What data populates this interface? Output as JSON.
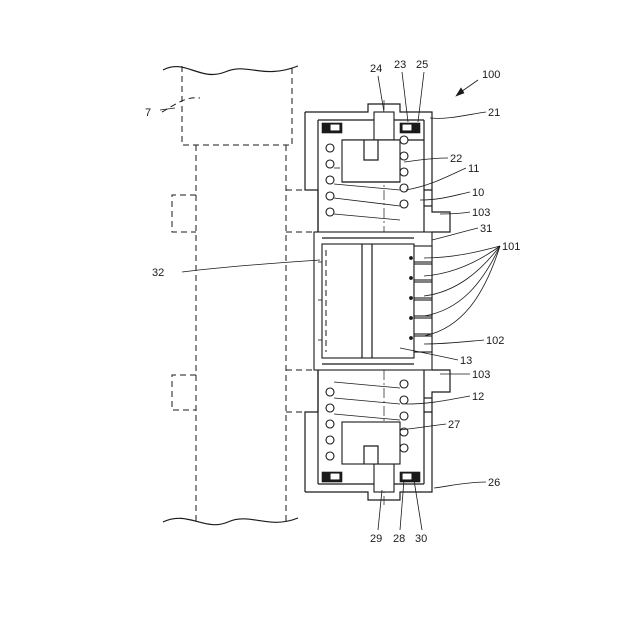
{
  "figure": {
    "labels": {
      "l100": "100",
      "l7": "7",
      "l24": "24",
      "l23": "23",
      "l25": "25",
      "l21": "21",
      "l22": "22",
      "l11": "11",
      "l10": "10",
      "l103a": "103",
      "l31": "31",
      "l101": "101",
      "l32": "32",
      "l102": "102",
      "l13": "13",
      "l103b": "103",
      "l12": "12",
      "l27": "27",
      "l26": "26",
      "l29": "29",
      "l28": "28",
      "l30": "30"
    }
  }
}
